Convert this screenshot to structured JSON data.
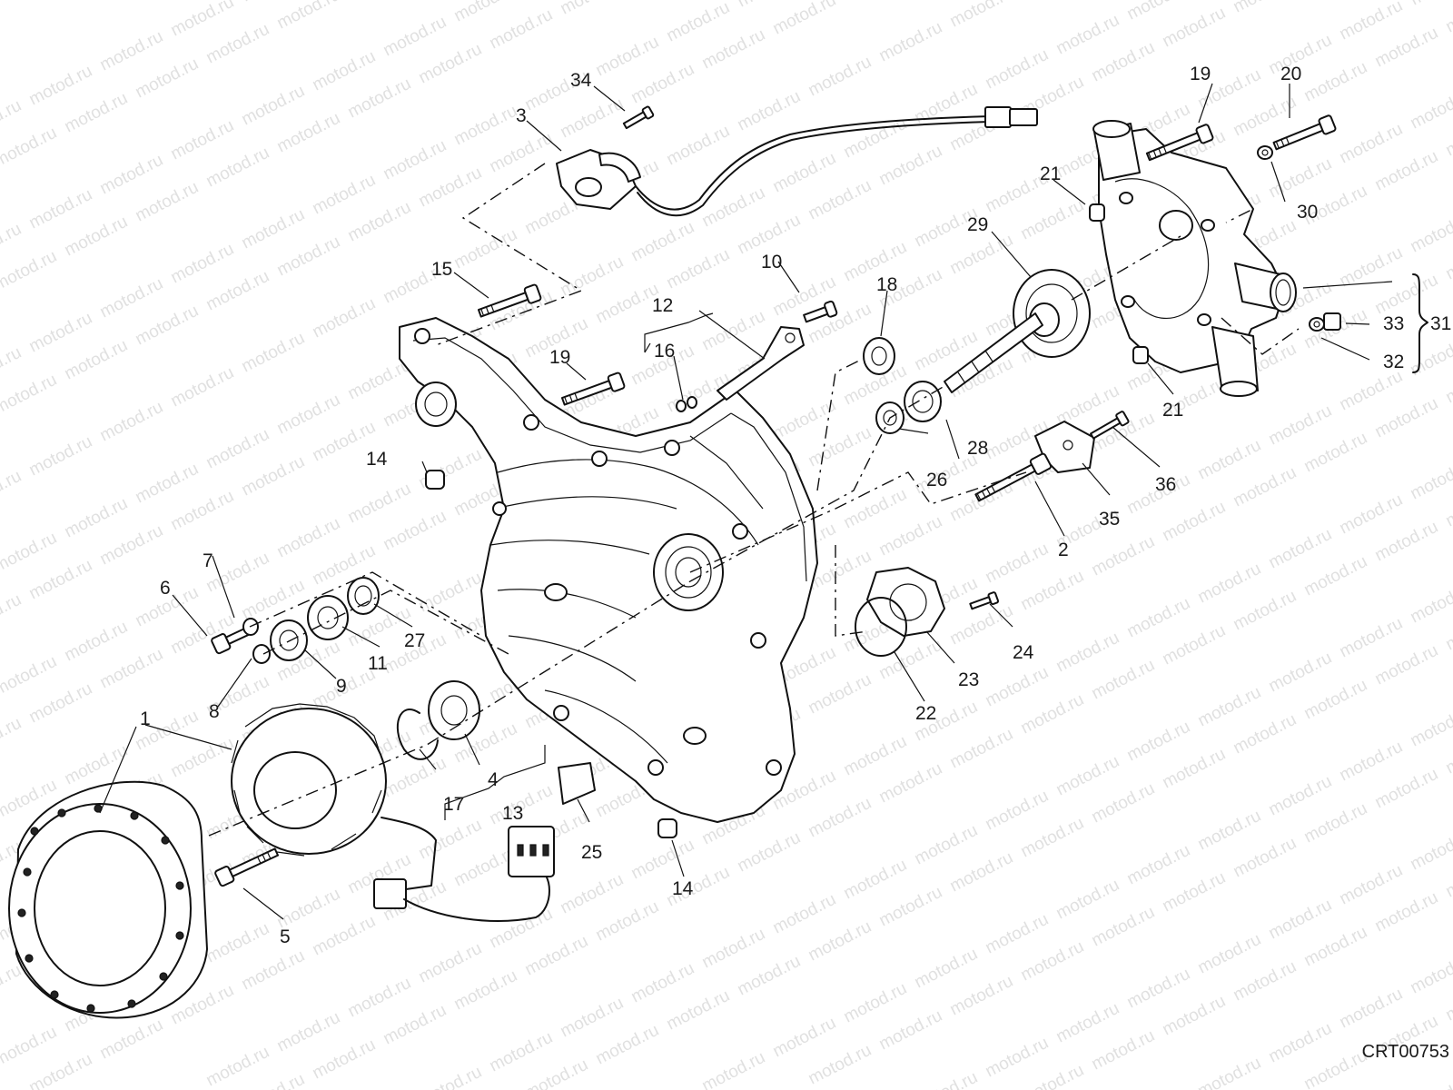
{
  "diagram": {
    "reference_code": "CRT00753",
    "watermark_text": "motod.ru",
    "part_labels": {
      "p1": "1",
      "p2": "2",
      "p3": "3",
      "p4": "4",
      "p5": "5",
      "p6": "6",
      "p7": "7",
      "p8": "8",
      "p9": "9",
      "p10": "10",
      "p11": "11",
      "p12": "12",
      "p13": "13",
      "p14a": "14",
      "p14b": "14",
      "p15": "15",
      "p16": "16",
      "p17": "17",
      "p18": "18",
      "p19a": "19",
      "p19b": "19",
      "p20": "20",
      "p21a": "21",
      "p21b": "21",
      "p22": "22",
      "p23": "23",
      "p24": "24",
      "p25": "25",
      "p26": "26",
      "p27": "27",
      "p28": "28",
      "p29": "29",
      "p30": "30",
      "p31": "31",
      "p32": "32",
      "p33": "33",
      "p34": "34",
      "p35": "35",
      "p36": "36"
    }
  }
}
